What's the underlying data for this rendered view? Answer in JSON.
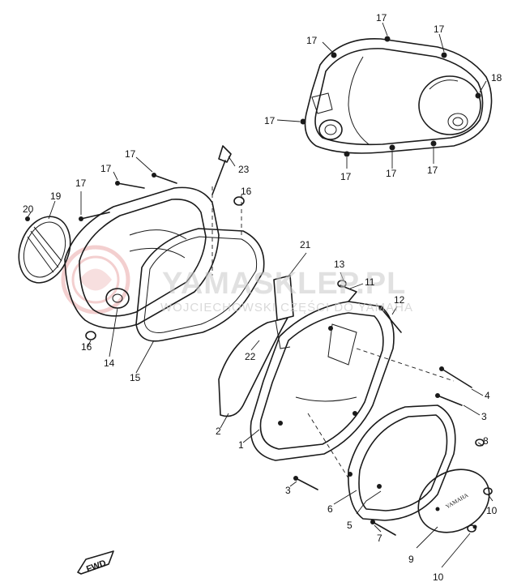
{
  "watermark": {
    "main": "YAMASKLEP.PL",
    "sub": "WOJCIECHOWSKI  CZĘŚCI DO YAMAHA"
  },
  "cover_brand": "YAMAHA",
  "direction_label": "FWD",
  "callouts": {
    "c1": "1",
    "c2": "2",
    "c3a": "3",
    "c3b": "3",
    "c4": "4",
    "c5": "5",
    "c6": "6",
    "c7": "7",
    "c8": "8",
    "c9": "9",
    "c10a": "10",
    "c10b": "10",
    "c11": "11",
    "c12": "12",
    "c13": "13",
    "c14": "14",
    "c15": "15",
    "c16a": "16",
    "c16b": "16",
    "c17a": "17",
    "c17b": "17",
    "c17c": "17",
    "c17d": "17",
    "c17e": "17",
    "c17f": "17",
    "c17g": "17",
    "c17h": "17",
    "c17i": "17",
    "c17j": "17",
    "c18": "18",
    "c19": "19",
    "c20": "20",
    "c21": "21",
    "c22": "22",
    "c23": "23"
  },
  "colors": {
    "line": "#1a1a1a",
    "watermark": "#c9c9c9",
    "logo_red": "#e8a0a0"
  }
}
